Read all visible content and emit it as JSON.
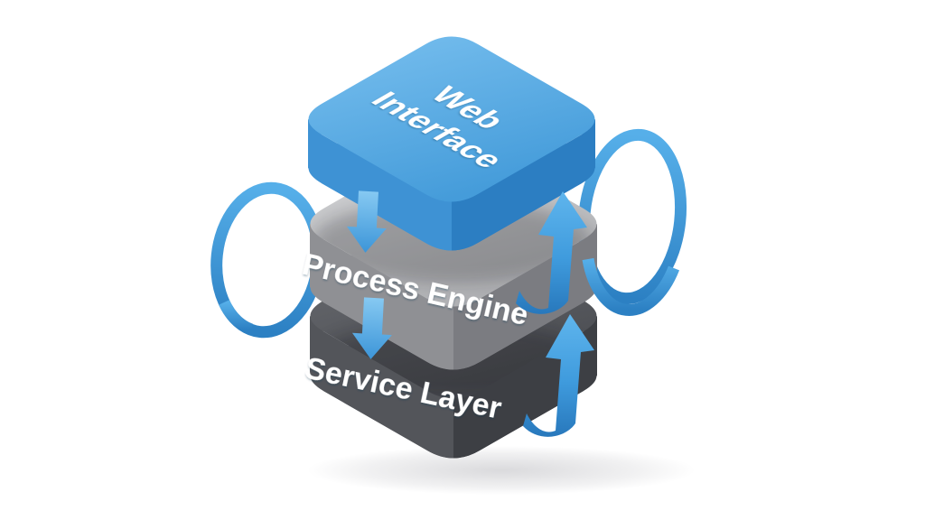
{
  "diagram": {
    "kind": "3d-layer-stack",
    "background_color": "#ffffff",
    "accent_color": "#3f9bdd",
    "layers": [
      {
        "label": "Web Interface",
        "lines": [
          "Web",
          "Interface"
        ],
        "position": "top",
        "top_color": "#5aaee6",
        "left_color": "#3e92d4",
        "right_color": "#2c7ec2",
        "text_color": "#ffffff"
      },
      {
        "label": "Process Engine",
        "position": "middle",
        "top_color": "#c9cacc",
        "left_color": "#8f9094",
        "right_color": "#7b7c81",
        "text_color": "#ffffff"
      },
      {
        "label": "Service Layer",
        "position": "bottom",
        "top_color": "#64666b",
        "left_color": "#53555a",
        "right_color": "#3d3f44",
        "text_color": "#ffffff"
      }
    ],
    "connectors": {
      "down_arrows": [
        {
          "from": "Web Interface",
          "to": "Process Engine"
        },
        {
          "from": "Process Engine",
          "to": "Service Layer"
        }
      ],
      "up_arrows": [
        {
          "from": "Process Engine",
          "to": "Web Interface"
        },
        {
          "from": "Service Layer",
          "to": "Process Engine"
        }
      ],
      "loop_arrows": [
        {
          "side": "left"
        },
        {
          "side": "right"
        }
      ],
      "arrow_color": "#3f9bdd"
    }
  }
}
